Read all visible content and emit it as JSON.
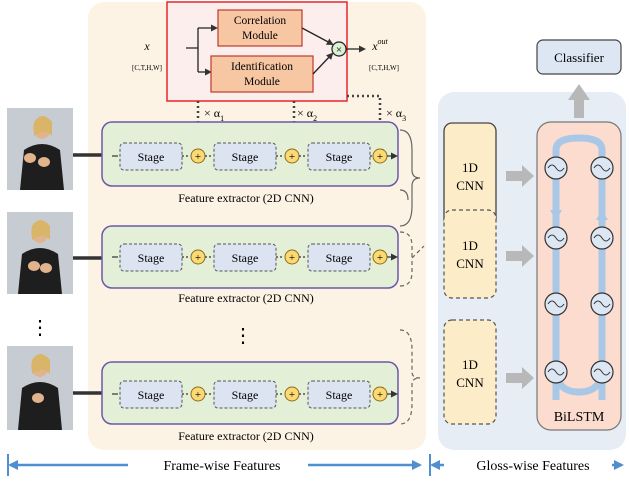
{
  "attention": {
    "input_var": "x",
    "input_shape": "[C,T,H,W]",
    "output_var": "x",
    "output_sup": "out",
    "output_shape": "[C,T,H,W]",
    "correlation_line1": "Correlation",
    "correlation_line2": "Module",
    "identification_line1": "Identification",
    "identification_line2": "Module",
    "multiply_symbol": "×",
    "alpha_1": "× α",
    "alpha_1_sub": "1",
    "alpha_2": "× α",
    "alpha_2_sub": "2",
    "alpha_3": "× α",
    "alpha_3_sub": "3"
  },
  "extractors": [
    {
      "stages": [
        "Stage",
        "Stage",
        "Stage"
      ],
      "caption": "Feature extractor (2D CNN)"
    },
    {
      "stages": [
        "Stage",
        "Stage",
        "Stage"
      ],
      "caption": "Feature extractor (2D CNN)"
    },
    {
      "stages": [
        "Stage",
        "Stage",
        "Stage"
      ],
      "caption": "Feature extractor (2D CNN)"
    }
  ],
  "plus_symbol": "+",
  "ellipsis": "⋮",
  "cnn1d": [
    {
      "line1": "1D",
      "line2": "CNN"
    },
    {
      "line1": "1D",
      "line2": "CNN"
    },
    {
      "line1": "1D",
      "line2": "CNN"
    }
  ],
  "classifier_label": "Classifier",
  "bilstm_label": "BiLSTM",
  "bottom": {
    "frame_label": "Frame-wise Features",
    "gloss_label": "Gloss-wise Features"
  },
  "colors": {
    "frame_panel": "#fdf3e4",
    "gloss_panel": "#e7edf5",
    "attention_border": "#e8262a",
    "attention_fill": "#fdeeee",
    "module_fill": "#f7c6a3",
    "extractor_fill": "#e4efd8",
    "extractor_border": "#6b58a8",
    "stage_fill": "#dce3f1",
    "plus_fill": "#fcd973",
    "cnn_fill": "#fdecc8",
    "bilstm_fill": "#fbdcce",
    "lstm_cell_fill": "#dce7f3",
    "flow_arrow": "#a9c8e8",
    "bottom_arrow": "#4f8fd0",
    "classifier_fill": "#dce7f3"
  }
}
